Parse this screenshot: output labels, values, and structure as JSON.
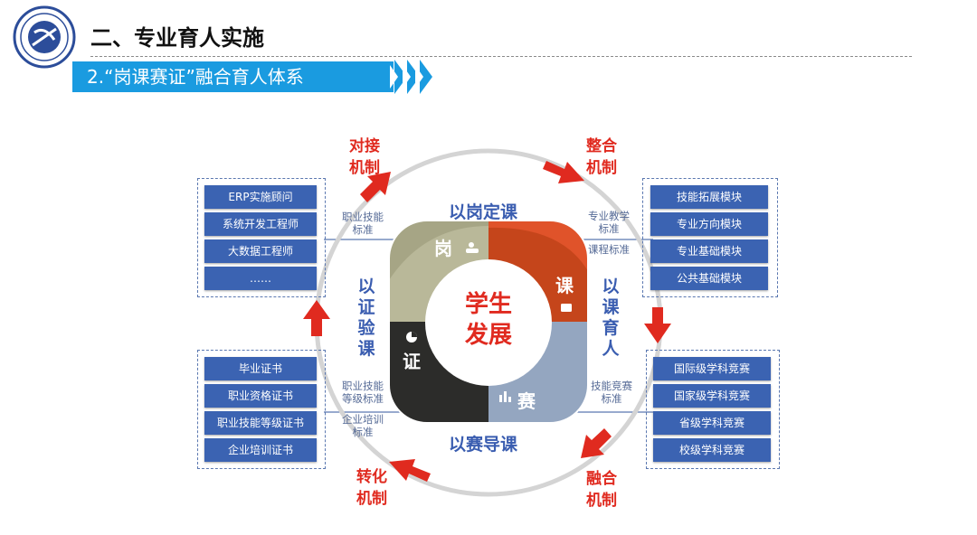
{
  "header": {
    "title": "二、专业育人实施",
    "subtitle": "2.“岗课赛证”融合育人体系"
  },
  "mechanisms": {
    "top_left": [
      "对接",
      "机制"
    ],
    "top_right": [
      "整合",
      "机制"
    ],
    "bottom_left": [
      "转化",
      "机制"
    ],
    "bottom_right": [
      "融合",
      "机制"
    ]
  },
  "left_top_list": [
    "ERP实施顾问",
    "系统开发工程师",
    "大数据工程师",
    "……"
  ],
  "left_bottom_list": [
    "毕业证书",
    "职业资格证书",
    "职业技能等级证书",
    "企业培训证书"
  ],
  "right_top_list": [
    "技能拓展模块",
    "专业方向模块",
    "专业基础模块",
    "公共基础模块"
  ],
  "right_bottom_list": [
    "国际级学科竞赛",
    "国家级学科竞赛",
    "省级学科竞赛",
    "校级学科竞赛"
  ],
  "standards": {
    "left_top": [
      "职业技能",
      "标准"
    ],
    "right_top_a": [
      "专业教学",
      "标准"
    ],
    "right_top_b": "课程标准",
    "left_bottom_a": [
      "职业技能",
      "等级标准"
    ],
    "left_bottom_b": [
      "企业培训",
      "标准"
    ],
    "right_bottom": [
      "技能竞赛",
      "标准"
    ]
  },
  "principles": {
    "top": "以岗定课",
    "bottom": "以赛导课",
    "left": [
      "以",
      "证",
      "验",
      "课"
    ],
    "right": [
      "以",
      "课",
      "育",
      "人"
    ]
  },
  "segments": {
    "gang": "岗",
    "ke": "课",
    "sai": "赛",
    "zheng": "证"
  },
  "center": [
    "学生",
    "发展"
  ],
  "colors": {
    "accent": "#1a9be0",
    "item_blue": "#3b63b2",
    "arrow_red": "#e02a1f",
    "seg_gang": "#b9b899",
    "seg_ke": "#c5451b",
    "seg_sai": "#94a6c0",
    "seg_zheng": "#2c2c2a"
  }
}
